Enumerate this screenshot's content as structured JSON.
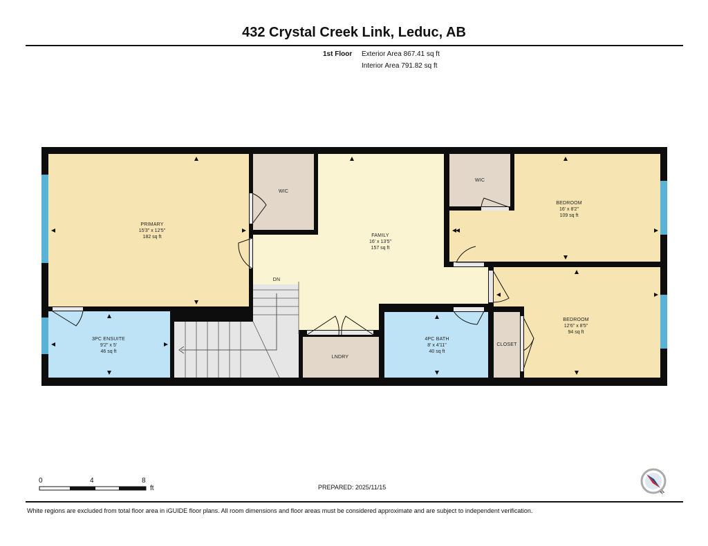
{
  "header": {
    "address": "432 Crystal Creek Link, Leduc, AB",
    "floor_label": "1st Floor",
    "exterior_area": "Exterior Area 867.41 sq ft",
    "interior_area": "Interior Area 791.82 sq ft"
  },
  "rooms": {
    "primary": {
      "name": "PRIMARY",
      "dims": "15'3\" x 12'5\"",
      "area": "182 sq ft"
    },
    "wic_left": {
      "name": "WIC"
    },
    "family": {
      "name": "FAMILY",
      "dims": "16' x 13'5\"",
      "area": "157 sq ft"
    },
    "wic_right": {
      "name": "WIC"
    },
    "bedroom_top": {
      "name": "BEDROOM",
      "dims": "16' x 8'2\"",
      "area": "109 sq ft"
    },
    "ensuite": {
      "name": "3PC ENSUITE",
      "dims": "9'2\" x 5'",
      "area": "46 sq ft"
    },
    "stairs": {
      "name": "DN"
    },
    "laundry": {
      "name": "LNDRY"
    },
    "bath": {
      "name": "4PC BATH",
      "dims": "8' x 4'11\"",
      "area": "40 sq ft"
    },
    "closet": {
      "name": "CLOSET"
    },
    "bedroom_bottom": {
      "name": "BEDROOM",
      "dims": "12'6\" x 8'5\"",
      "area": "94 sq ft"
    }
  },
  "colors": {
    "wall": "#0d0d0d",
    "bedroom_fill": "#f6e4b3",
    "family_fill": "#fbf4d2",
    "closet_fill": "#e2d7c8",
    "bath_fill": "#bfe3f6",
    "stairs_fill": "#e6e6e6",
    "window": "#5ab3d6"
  },
  "scale_bar": {
    "ticks": [
      "0",
      "4",
      "8"
    ],
    "unit": "ft"
  },
  "prepared": "PREPARED: 2025/11/15",
  "compass": {
    "label": "N"
  },
  "footer": "White regions are excluded from total floor area in iGUIDE floor plans. All room dimensions and floor areas must be considered approximate and are subject to independent verification."
}
